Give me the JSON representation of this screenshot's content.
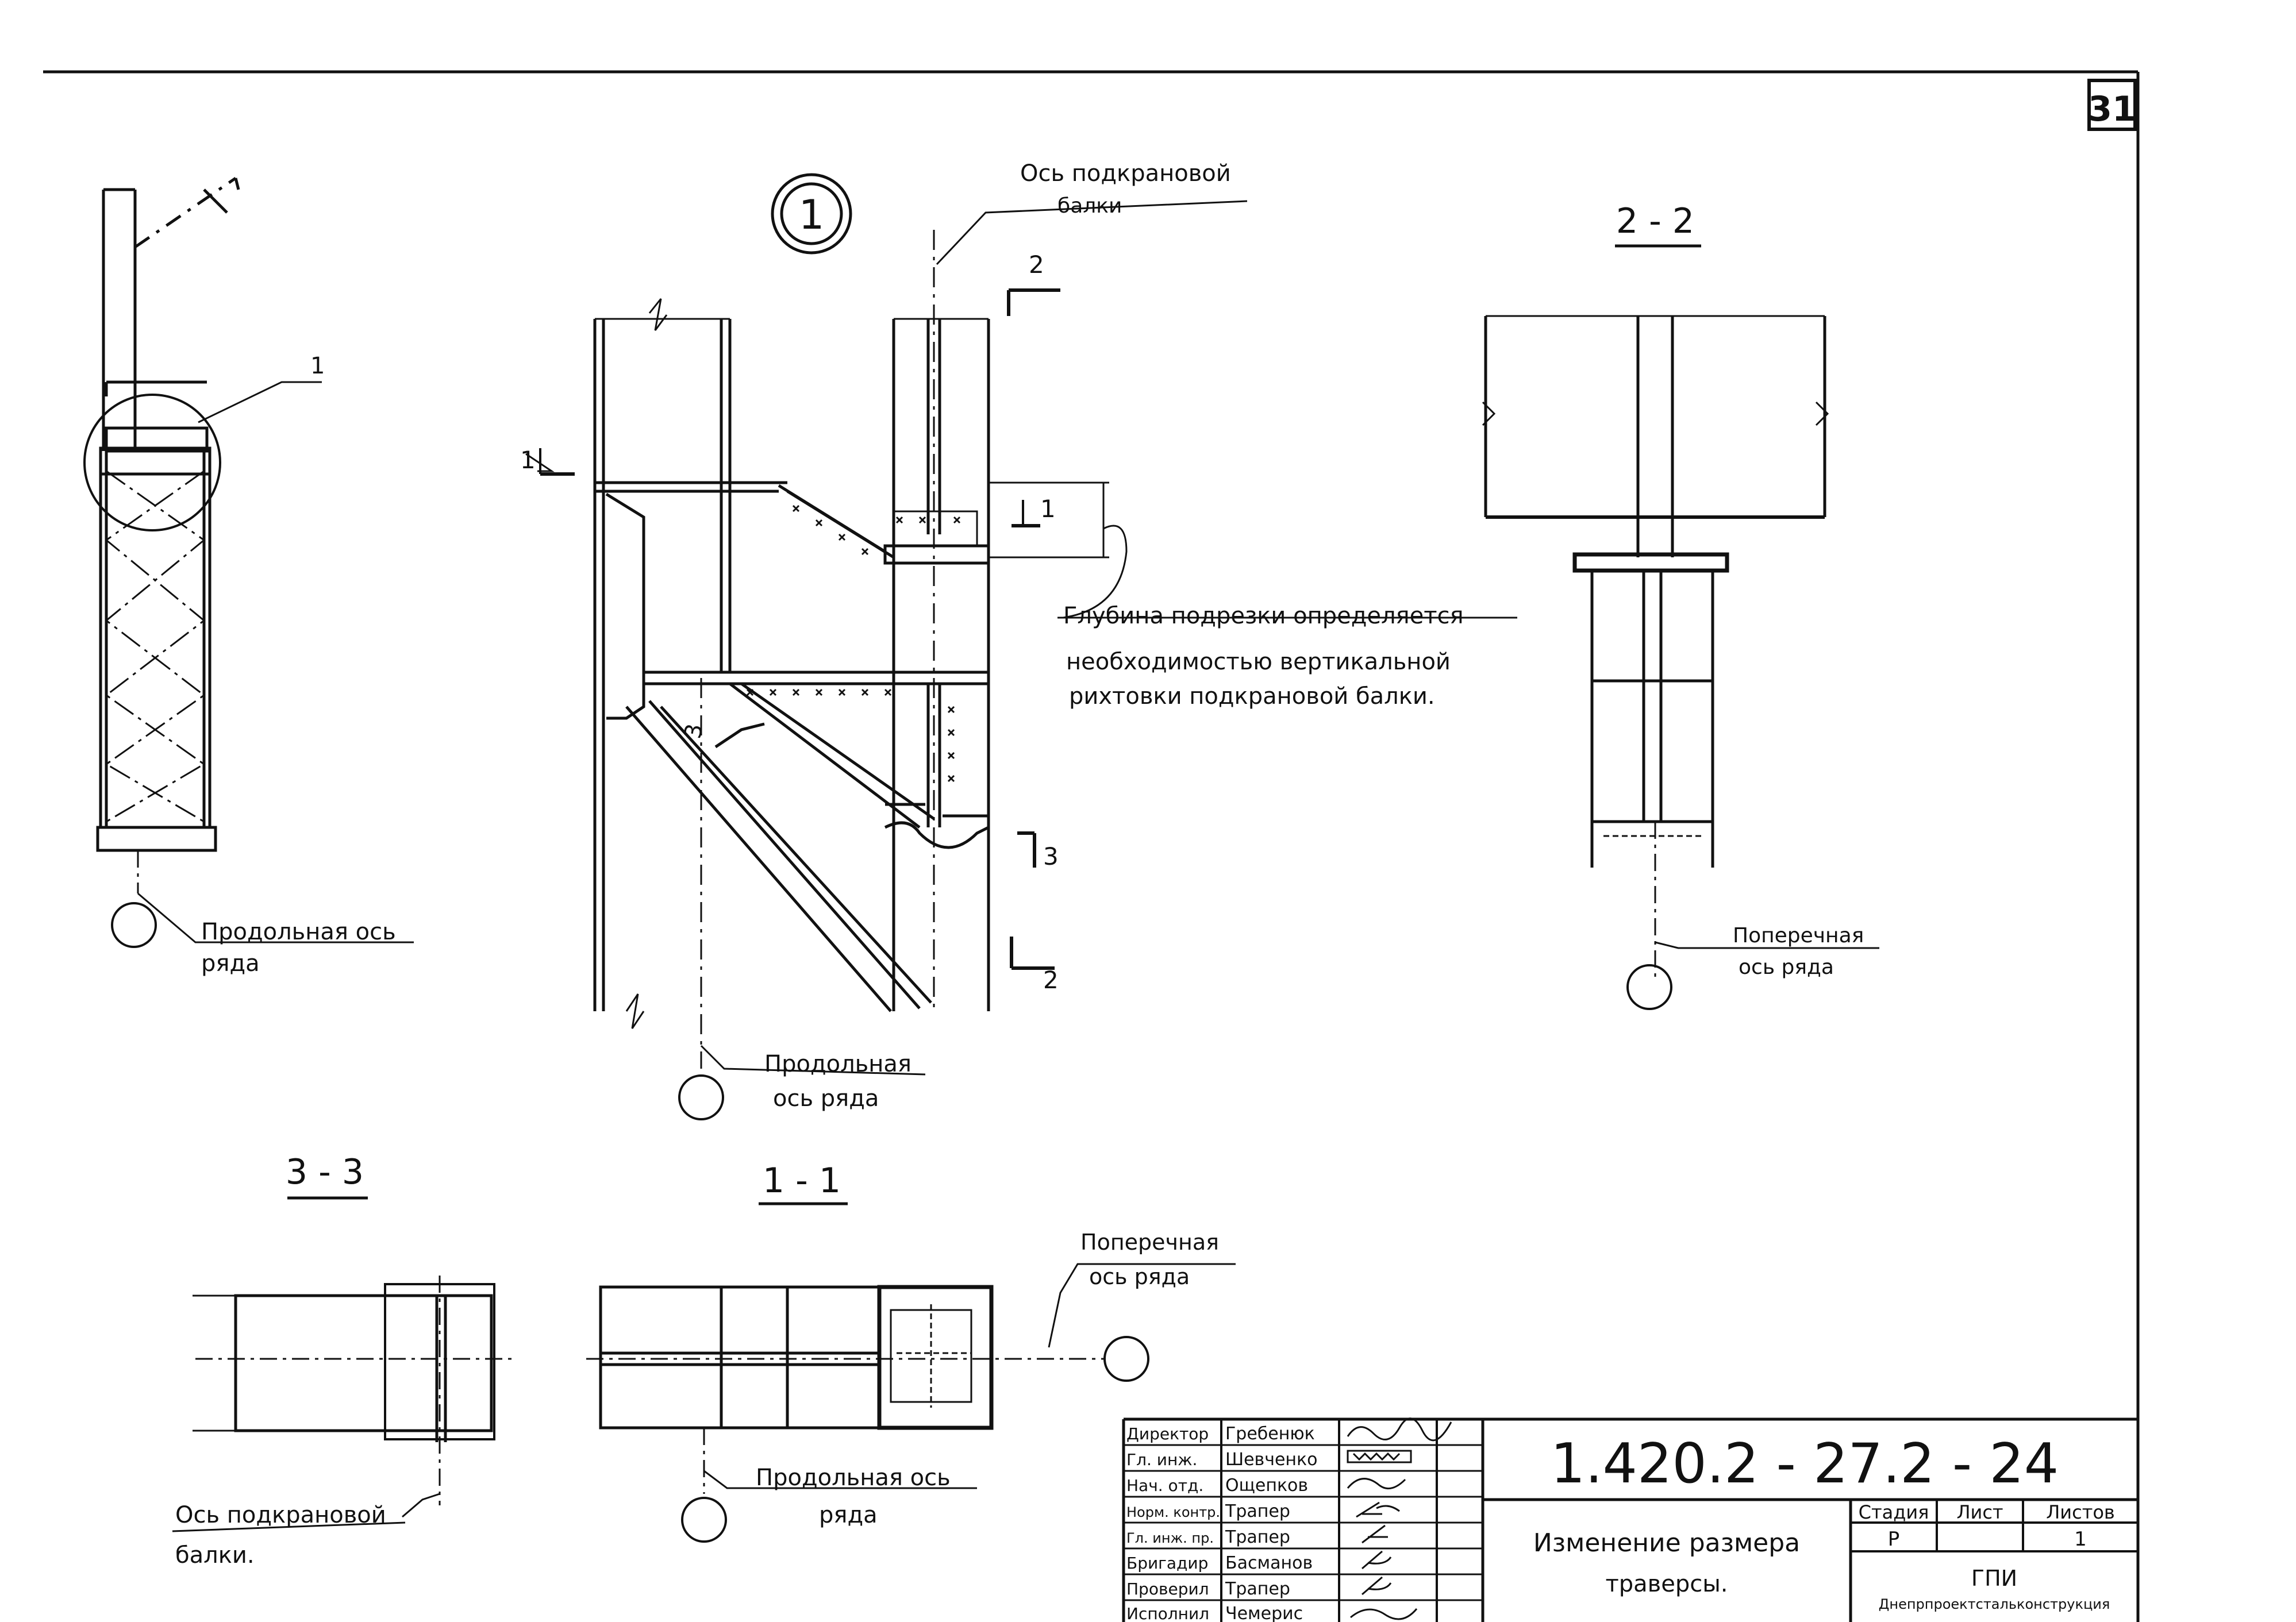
{
  "sheet": {
    "number": "31",
    "detail_marker": "1"
  },
  "overview": {
    "callout_number": "1",
    "axis_label_line1": "Продольная ось",
    "axis_label_line2": "ряда"
  },
  "detail1": {
    "crane_beam_axis_line1": "Ось подкрановой",
    "crane_beam_axis_line2": "балки",
    "section_marks": [
      "1",
      "1",
      "2",
      "2",
      "3",
      "3"
    ],
    "note_line1": "Глубина подрезки определяется",
    "note_line2": "необходимостью вертикальной",
    "note_line3": "рихтовки подкрановой балки.",
    "axis_label_line1": "Продольная",
    "axis_label_line2": "ось ряда"
  },
  "section22": {
    "title": "2 - 2",
    "axis_label_line1": "Поперечная",
    "axis_label_line2": "ось ряда"
  },
  "section33": {
    "title": "3 - 3",
    "crane_beam_axis_line1": "Ось подкрановой",
    "crane_beam_axis_line2": "балки."
  },
  "section11": {
    "title": "1 - 1",
    "transverse_axis_line1": "Поперечная",
    "transverse_axis_line2": "ось ряда",
    "longitudinal_axis_line1": "Продольная ось",
    "longitudinal_axis_line2": "ряда"
  },
  "title_block": {
    "document_code": "1.420.2 - 27.2 - 24",
    "drawing_title_line1": "Изменение размера",
    "drawing_title_line2": "траверсы.",
    "stage_header": "Стадия",
    "sheet_header": "Лист",
    "sheets_header": "Листов",
    "stage_value": "Р",
    "sheet_value": "",
    "sheets_value": "1",
    "organization_short": "ГПИ",
    "organization_full": "Днепрпроектстальконструкция",
    "staff": [
      {
        "role": "Директор",
        "name": "Гребенюк"
      },
      {
        "role": "Гл. инж.",
        "name": "Шевченко"
      },
      {
        "role": "Нач. отд.",
        "name": "Ощепков"
      },
      {
        "role": "Норм. контр.",
        "name": "Трапер"
      },
      {
        "role": "Гл. инж. пр.",
        "name": "Трапер"
      },
      {
        "role": "Бригадир",
        "name": "Басманов"
      },
      {
        "role": "Проверил",
        "name": "Трапер"
      },
      {
        "role": "Исполнил",
        "name": "Чемерис"
      }
    ]
  }
}
